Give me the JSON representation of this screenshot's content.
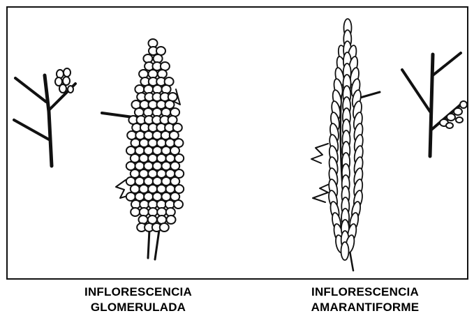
{
  "figure": {
    "panels": [
      {
        "id": "glomerulada",
        "caption_line1": "INFLORESCENCIA",
        "caption_line2": "GLOMERULADA"
      },
      {
        "id": "amarantiforme",
        "caption_line1": "INFLORESCENCIA",
        "caption_line2": "AMARANTIFORME"
      }
    ]
  },
  "colors": {
    "ink": "#111111",
    "background": "#ffffff"
  },
  "icons": [
    "branch-cluster-icon",
    "glomerulate-inflorescence-drawing",
    "amaranthiform-inflorescence-drawing"
  ]
}
